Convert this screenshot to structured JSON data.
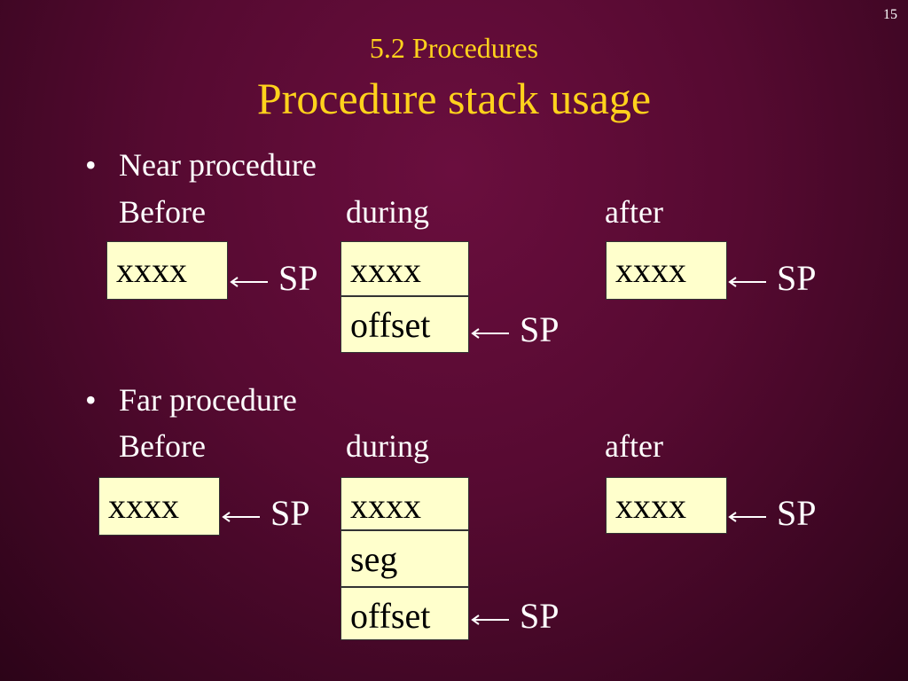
{
  "slide": {
    "page_number": "15",
    "subtitle": "5.2 Procedures",
    "title": "Procedure stack usage"
  },
  "near": {
    "heading": "Near procedure",
    "labels": {
      "before": "Before",
      "during": "during",
      "after": "after"
    },
    "before_cell": "xxxx",
    "during_cells": [
      "xxxx",
      "offset"
    ],
    "after_cell": "xxxx",
    "sp": "SP"
  },
  "far": {
    "heading": "Far procedure",
    "labels": {
      "before": "Before",
      "during": "during",
      "after": "after"
    },
    "before_cell": "xxxx",
    "during_cells": [
      "xxxx",
      "seg",
      "offset"
    ],
    "after_cell": "xxxx",
    "sp": "SP"
  },
  "colors": {
    "title": "#ffd21c",
    "cell_fill": "#ffffcc",
    "background": "#560a31"
  }
}
